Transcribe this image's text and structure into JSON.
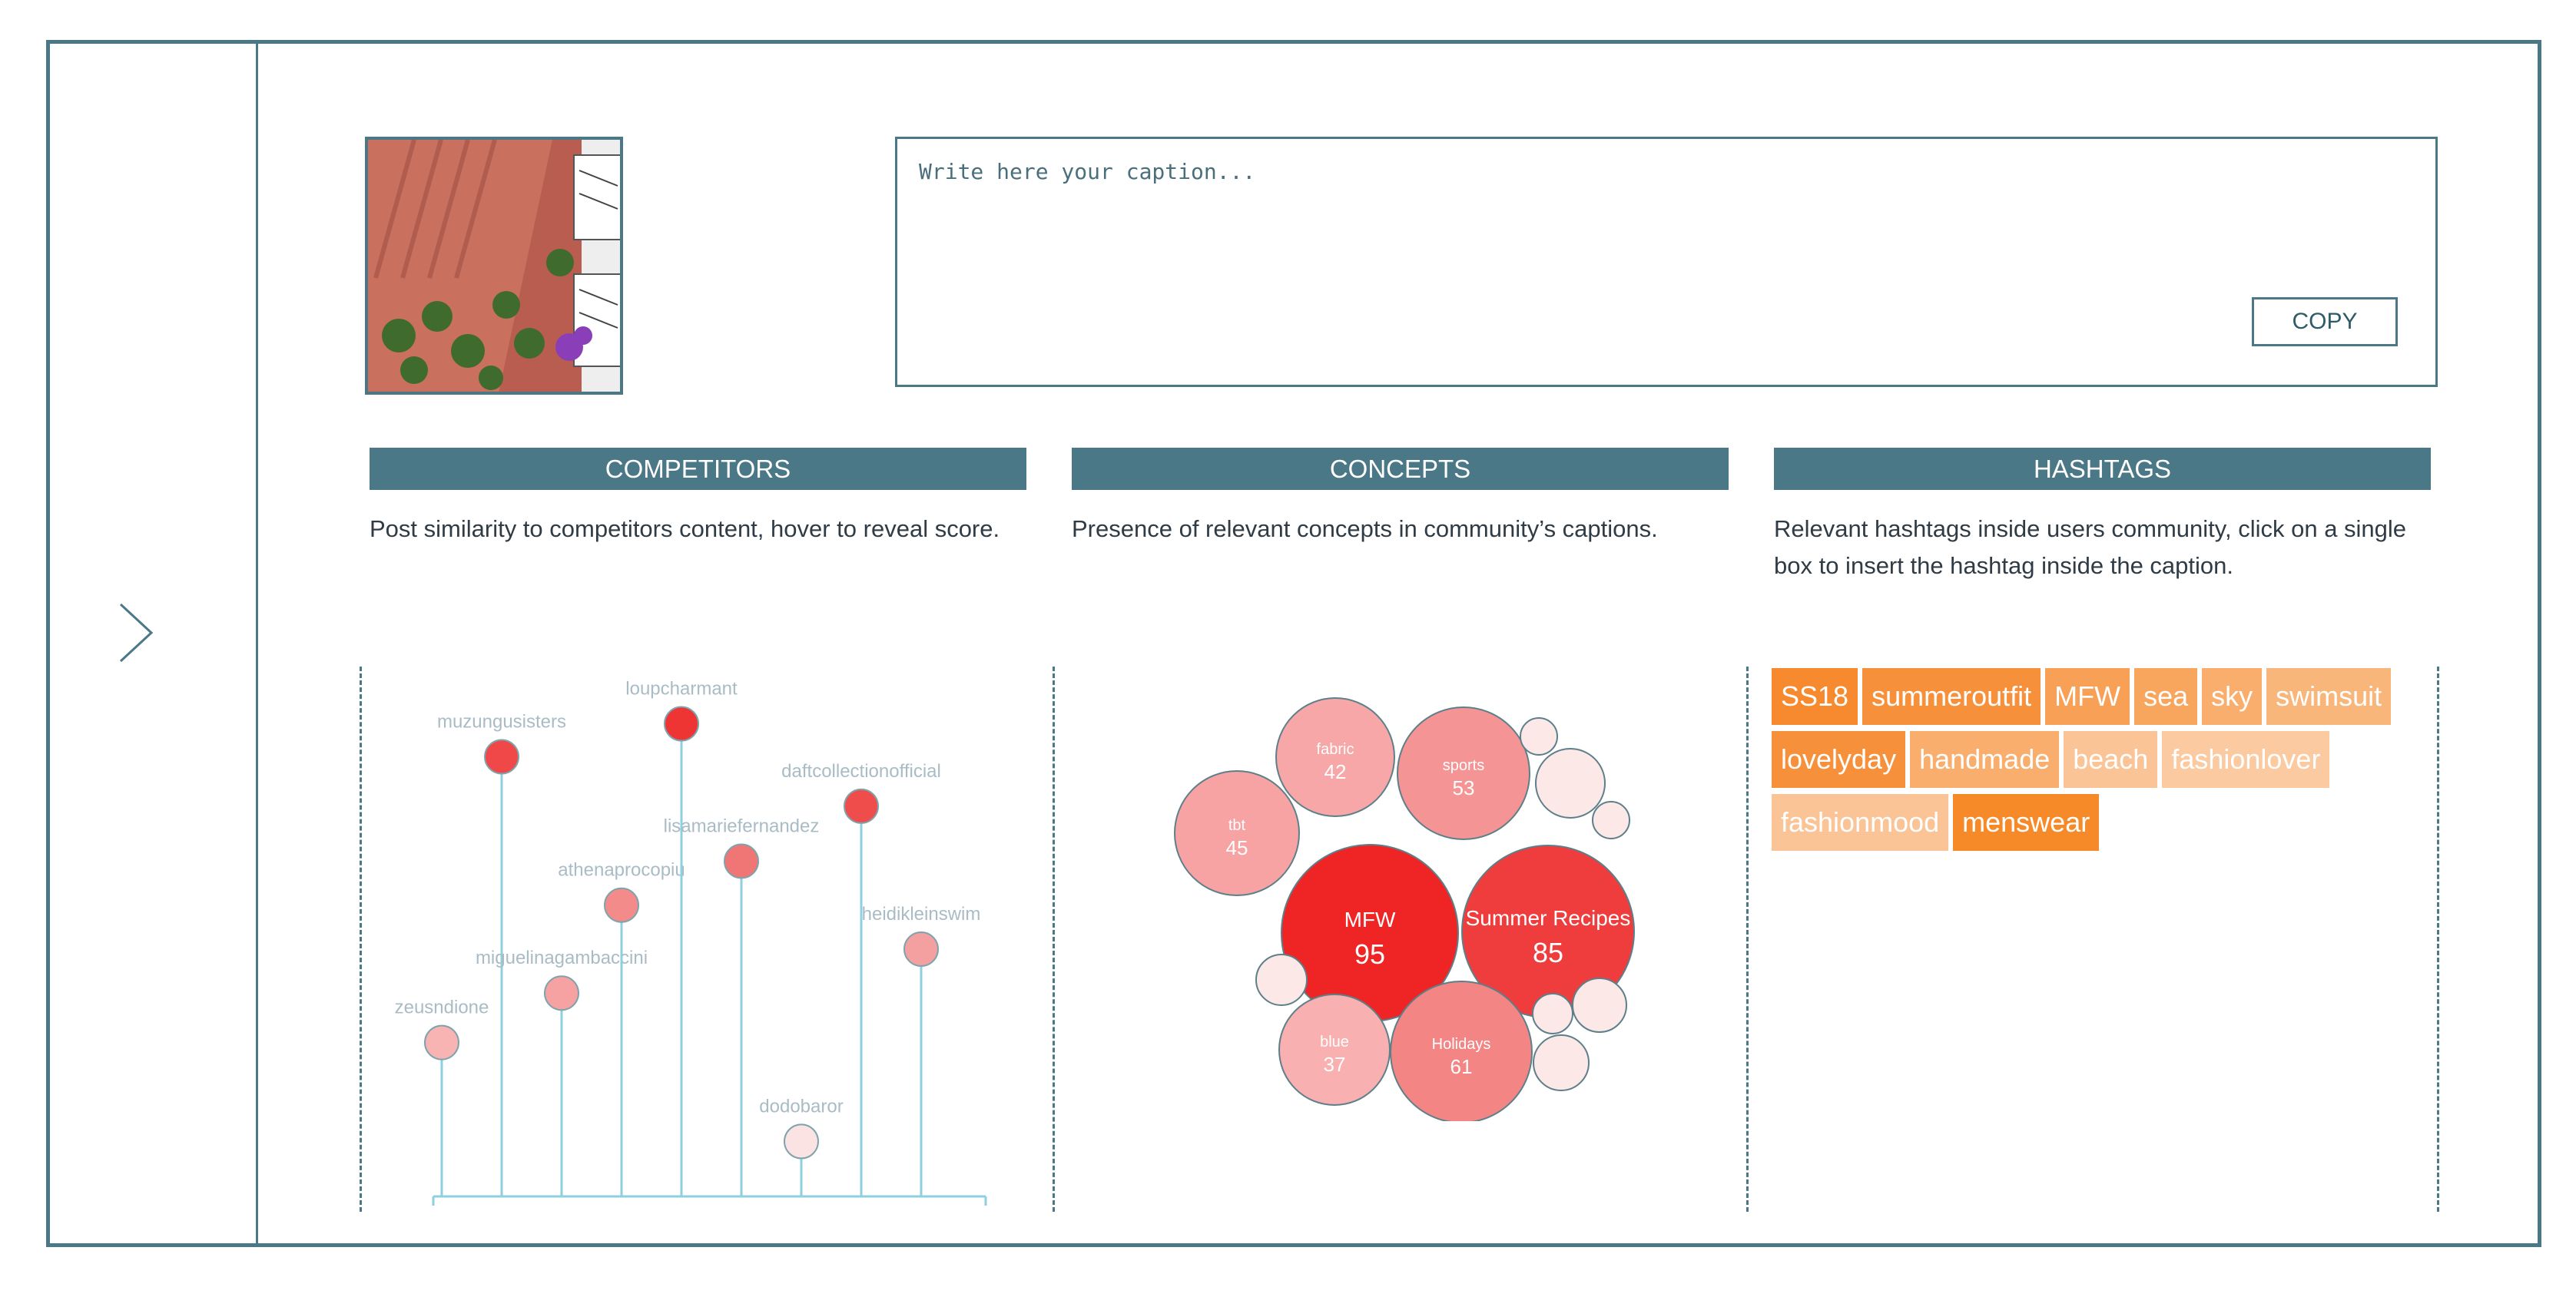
{
  "caption": {
    "placeholder": "Write here your caption...",
    "copy_label": "COPY"
  },
  "sections": {
    "competitors": {
      "title": "COMPETITORS",
      "description": "Post similarity to competitors content, hover to reveal score."
    },
    "concepts": {
      "title": "CONCEPTS",
      "description": "Presence of relevant concepts in community’s captions."
    },
    "hashtags": {
      "title": "HASHTAGS",
      "description": "Relevant hashtags inside users community, click on a single box to insert the hashtag inside the caption."
    }
  },
  "competitors": [
    {
      "name": "zeusndione",
      "score": 0.28,
      "color": "#f8b3b3"
    },
    {
      "name": "muzungusisters",
      "score": 0.8,
      "color": "#f04848"
    },
    {
      "name": "miguelinagambaccini",
      "score": 0.37,
      "color": "#f6a2a2"
    },
    {
      "name": "athenaprocopiu",
      "score": 0.53,
      "color": "#f38b8b"
    },
    {
      "name": "loupcharmant",
      "score": 0.86,
      "color": "#ef3434"
    },
    {
      "name": "lisamariefernandez",
      "score": 0.61,
      "color": "#f07575"
    },
    {
      "name": "dodobaror",
      "score": 0.1,
      "color": "#fbe3e3"
    },
    {
      "name": "daftcollectionofficial",
      "score": 0.71,
      "color": "#ef4c4c"
    },
    {
      "name": "heidikleinswim",
      "score": 0.45,
      "color": "#f5a0a0"
    }
  ],
  "concepts": [
    {
      "label": "MFW",
      "value": "95",
      "color": "#ef2424"
    },
    {
      "label": "Summer Recipes",
      "value": "85",
      "color": "#ef3d3d"
    },
    {
      "label": "Holidays",
      "value": "61",
      "color": "#f48585"
    },
    {
      "label": "sports",
      "value": "53",
      "color": "#f59494"
    },
    {
      "label": "tbt",
      "value": "45",
      "color": "#f7a3a3"
    },
    {
      "label": "fabric",
      "value": "42",
      "color": "#f7a7a7"
    },
    {
      "label": "blue",
      "value": "37",
      "color": "#f8b0b0"
    }
  ],
  "hashtags": [
    {
      "tag": "SS18",
      "color": "#f7892e"
    },
    {
      "tag": "summeroutfit",
      "color": "#f7903b"
    },
    {
      "tag": "MFW",
      "color": "#f8a055"
    },
    {
      "tag": "sea",
      "color": "#f8a55d"
    },
    {
      "tag": "sky",
      "color": "#f9ae6d"
    },
    {
      "tag": "swimsuit",
      "color": "#f9b67b"
    },
    {
      "tag": "lovelyday",
      "color": "#f7903b"
    },
    {
      "tag": "handmade",
      "color": "#f9ae6d"
    },
    {
      "tag": "beach",
      "color": "#fbc496"
    },
    {
      "tag": "fashionlover",
      "color": "#fbcaa0"
    },
    {
      "tag": "fashionmood",
      "color": "#fbc496"
    },
    {
      "tag": "menswear",
      "color": "#f78a28"
    }
  ]
}
